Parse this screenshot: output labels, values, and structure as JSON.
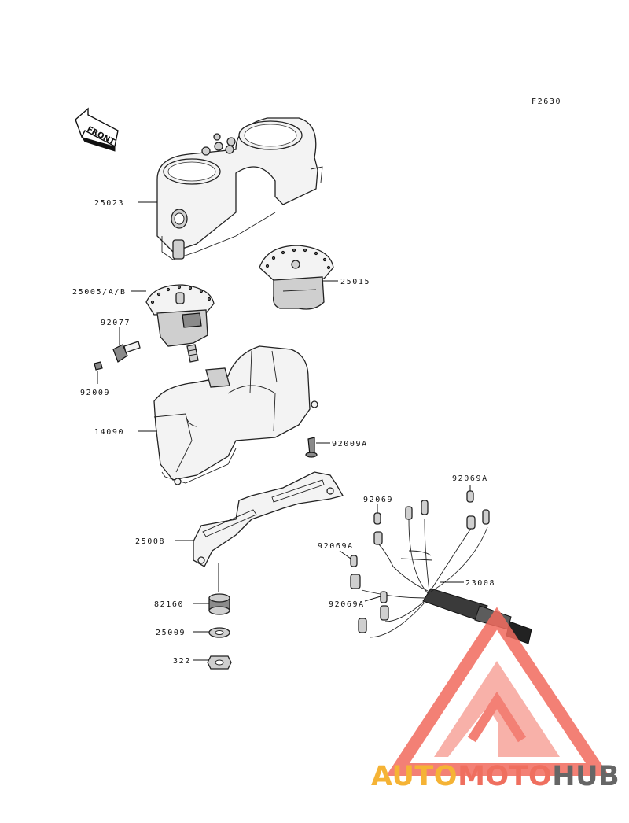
{
  "figure_code": "F2630",
  "front_label": "FRONT",
  "parts": [
    {
      "number": "25023"
    },
    {
      "number": "25015"
    },
    {
      "number": "25005/A/B"
    },
    {
      "number": "92077"
    },
    {
      "number": "92009"
    },
    {
      "number": "14090"
    },
    {
      "number": "92009A"
    },
    {
      "number": "92069A"
    },
    {
      "number": "92069"
    },
    {
      "number": "25008"
    },
    {
      "number": "92069A"
    },
    {
      "number": "23008"
    },
    {
      "number": "92069A"
    },
    {
      "number": "82160"
    },
    {
      "number": "25009"
    },
    {
      "number": "322"
    }
  ],
  "watermark": {
    "part1": "AUTO",
    "part2": "MOTO",
    "part3": "HUB",
    "colors": {
      "part1": "#f5b335",
      "part2": "#ef6f5f",
      "part3": "#666666",
      "logo": "#f26b5e"
    }
  }
}
